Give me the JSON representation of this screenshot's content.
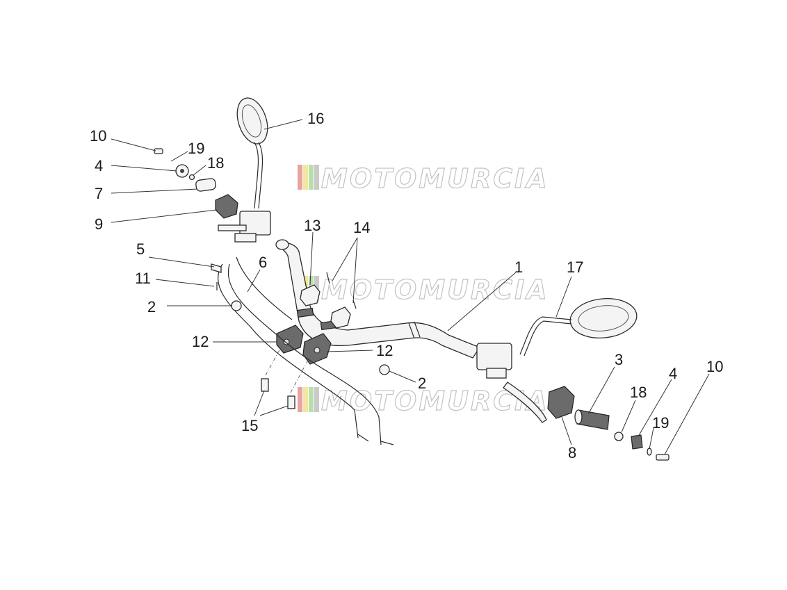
{
  "watermark": {
    "text": "MOTOMURCIA",
    "stripe_colors": [
      "#e9a3a3",
      "#f2e7a0",
      "#b9dfa9",
      "#c9c9c9"
    ]
  },
  "callouts": {
    "c1": "1",
    "c2a": "2",
    "c2b": "2",
    "c3": "3",
    "c4a": "4",
    "c4b": "4",
    "c5": "5",
    "c6": "6",
    "c7": "7",
    "c8": "8",
    "c9": "9",
    "c10a": "10",
    "c10b": "10",
    "c11": "11",
    "c12a": "12",
    "c12b": "12",
    "c13": "13",
    "c14": "14",
    "c15": "15",
    "c16": "16",
    "c17": "17",
    "c18a": "18",
    "c18b": "18",
    "c19a": "19",
    "c19b": "19"
  }
}
